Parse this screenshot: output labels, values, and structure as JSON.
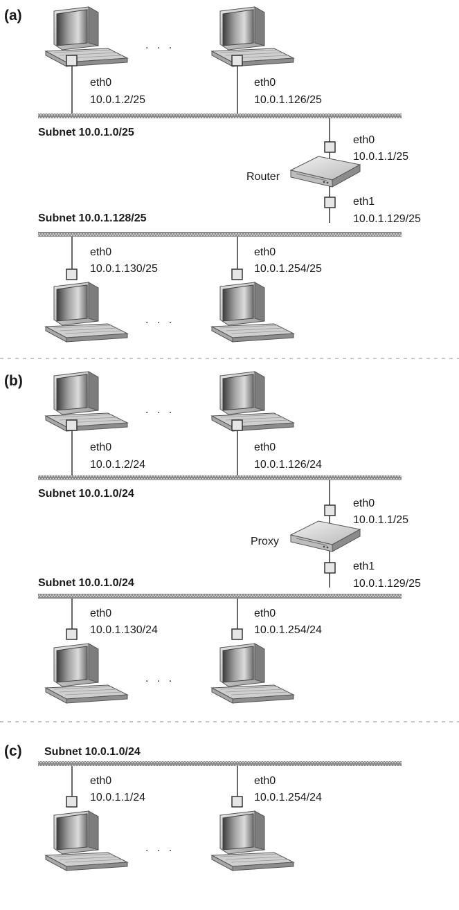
{
  "panels": [
    {
      "id": "a",
      "label": "(a)",
      "top_subnet": "Subnet 10.0.1.0/25",
      "bottom_subnet": "Subnet 10.0.1.128/25",
      "device": "Router",
      "ellipsis_top": ". . .",
      "ellipsis_bottom": ". . .",
      "hosts_top": [
        {
          "iface": "eth0",
          "ip": "10.0.1.2/25"
        },
        {
          "iface": "eth0",
          "ip": "10.0.1.126/25"
        }
      ],
      "device_ports": [
        {
          "iface": "eth0",
          "ip": "10.0.1.1/25"
        },
        {
          "iface": "eth1",
          "ip": "10.0.1.129/25"
        }
      ],
      "hosts_bottom": [
        {
          "iface": "eth0",
          "ip": "10.0.1.130/25"
        },
        {
          "iface": "eth0",
          "ip": "10.0.1.254/25"
        }
      ]
    },
    {
      "id": "b",
      "label": "(b)",
      "top_subnet": "Subnet 10.0.1.0/24",
      "bottom_subnet": "Subnet 10.0.1.0/24",
      "device": "Proxy",
      "ellipsis_top": ". . .",
      "ellipsis_bottom": ". . .",
      "hosts_top": [
        {
          "iface": "eth0",
          "ip": "10.0.1.2/24"
        },
        {
          "iface": "eth0",
          "ip": "10.0.1.126/24"
        }
      ],
      "device_ports": [
        {
          "iface": "eth0",
          "ip": "10.0.1.1/25"
        },
        {
          "iface": "eth1",
          "ip": "10.0.1.129/25"
        }
      ],
      "hosts_bottom": [
        {
          "iface": "eth0",
          "ip": "10.0.1.130/24"
        },
        {
          "iface": "eth0",
          "ip": "10.0.1.254/24"
        }
      ]
    },
    {
      "id": "c",
      "label": "(c)",
      "subnet": "Subnet 10.0.1.0/24",
      "ellipsis": ". . .",
      "hosts": [
        {
          "iface": "eth0",
          "ip": "10.0.1.1/24"
        },
        {
          "iface": "eth0",
          "ip": "10.0.1.254/24"
        }
      ]
    }
  ]
}
